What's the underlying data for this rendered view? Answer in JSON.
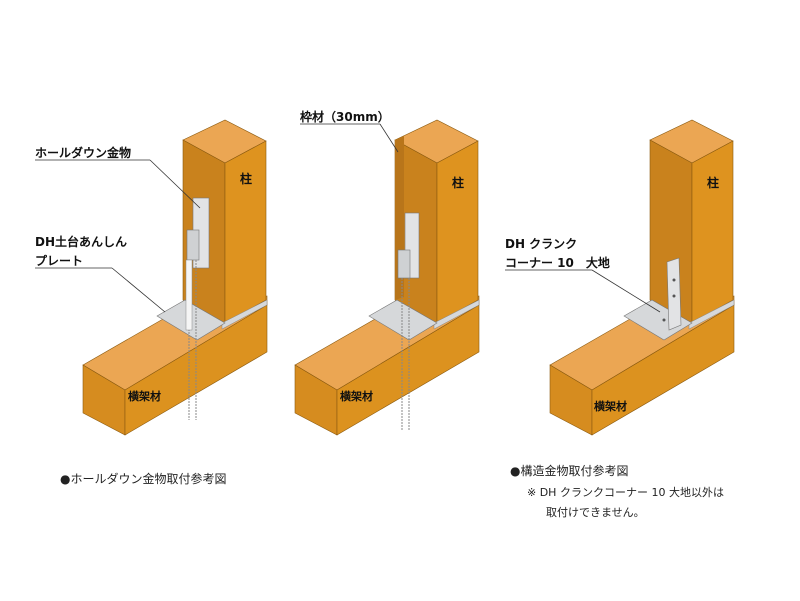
{
  "labels": {
    "holddown": "ホールダウン金物",
    "dh_plate_1": "DH土台あんしん",
    "dh_plate_2": "プレート",
    "post": "柱",
    "frame": "枠材（30mm）",
    "crank_1": "DH クランク",
    "crank_2": "コーナー 10　大地",
    "beam": "横架材"
  },
  "captions": {
    "left": "●ホールダウン金物取付参考図",
    "right": "●構造金物取付参考図",
    "note_1": "※ DH クランクコーナー 10 大地以外は",
    "note_2": "取付けできません。"
  },
  "colors": {
    "top": "#eba653",
    "left": "#c9821d",
    "right": "#de931f",
    "metal": "#d6d8da"
  }
}
